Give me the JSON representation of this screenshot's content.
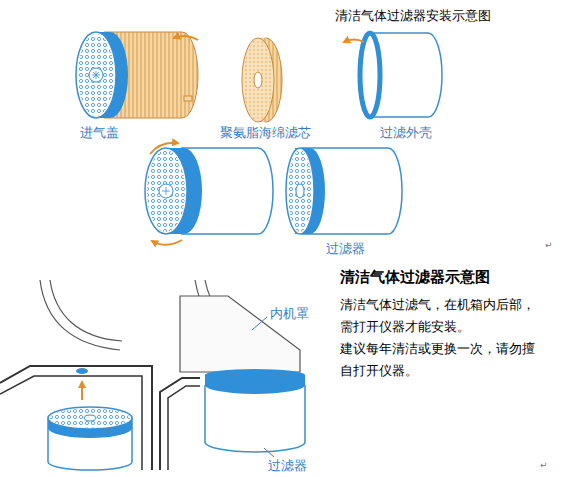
{
  "diagram": {
    "title": "清洁气体过滤器安装示意图",
    "labels": [
      "进气盖",
      "聚氨脂海绵滤芯",
      "过滤外壳",
      "过滤器",
      "↵",
      "清洁气体过滤器示意图",
      "清洁气体过滤气，在机箱内后部，需打开仪器才能安装。",
      "建议每年清洁或更换一次，请勿擅自打开仪器。",
      "内机罩",
      "过滤器",
      "↵"
    ]
  }
}
